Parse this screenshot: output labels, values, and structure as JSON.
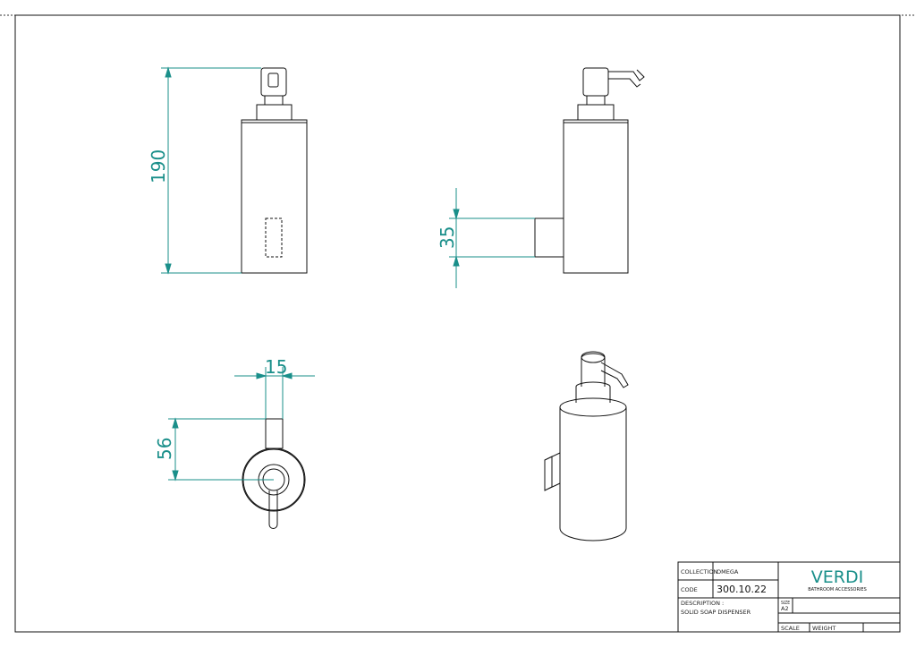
{
  "dimensions": {
    "height": "190",
    "bracket_height": "35",
    "bracket_width": "15",
    "wall_offset": "56"
  },
  "title_block": {
    "collection_label": "COLLECTION",
    "collection_value": "OMEGA",
    "code_label": "CODE",
    "code_value": "300.10.22",
    "description_label": "DESCRIPTION :",
    "description_value": "SOLID SOAP DISPENSER",
    "brand": "VERDI",
    "brand_sub": "BATHROOM ACCESSORIES",
    "size_label": "SIZE",
    "size_value": "A2",
    "scale_label": "SCALE",
    "weight_label": "WEIGHT"
  },
  "colors": {
    "dimension": "#1a8f8a",
    "line": "#111111"
  }
}
